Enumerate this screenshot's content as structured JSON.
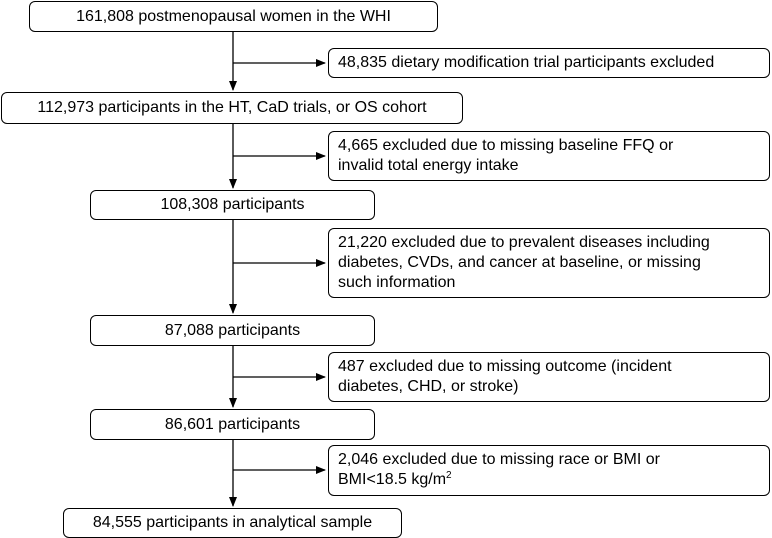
{
  "flowchart": {
    "main_steps": [
      "161,808 postmenopausal women in the WHI",
      "112,973 participants in the HT, CaD trials, or OS cohort",
      "108,308 participants",
      "87,088 participants",
      "86,601 participants",
      "84,555 participants in analytical sample"
    ],
    "exclusions": [
      {
        "lines": [
          "48,835 dietary modification trial participants excluded"
        ]
      },
      {
        "lines": [
          "4,665 excluded due to missing baseline FFQ or",
          "invalid total energy intake"
        ]
      },
      {
        "lines": [
          "21,220 excluded due to prevalent diseases including",
          "diabetes, CVDs, and cancer at baseline, or missing",
          "such information"
        ]
      },
      {
        "lines": [
          "487 excluded due to missing outcome (incident",
          "diabetes, CHD, or stroke)"
        ]
      },
      {
        "lines": [
          "2,046 excluded due to missing race or BMI or"
        ],
        "last_line_prefix": "BMI<18.5 kg/m",
        "last_line_superscript": "2"
      }
    ]
  }
}
